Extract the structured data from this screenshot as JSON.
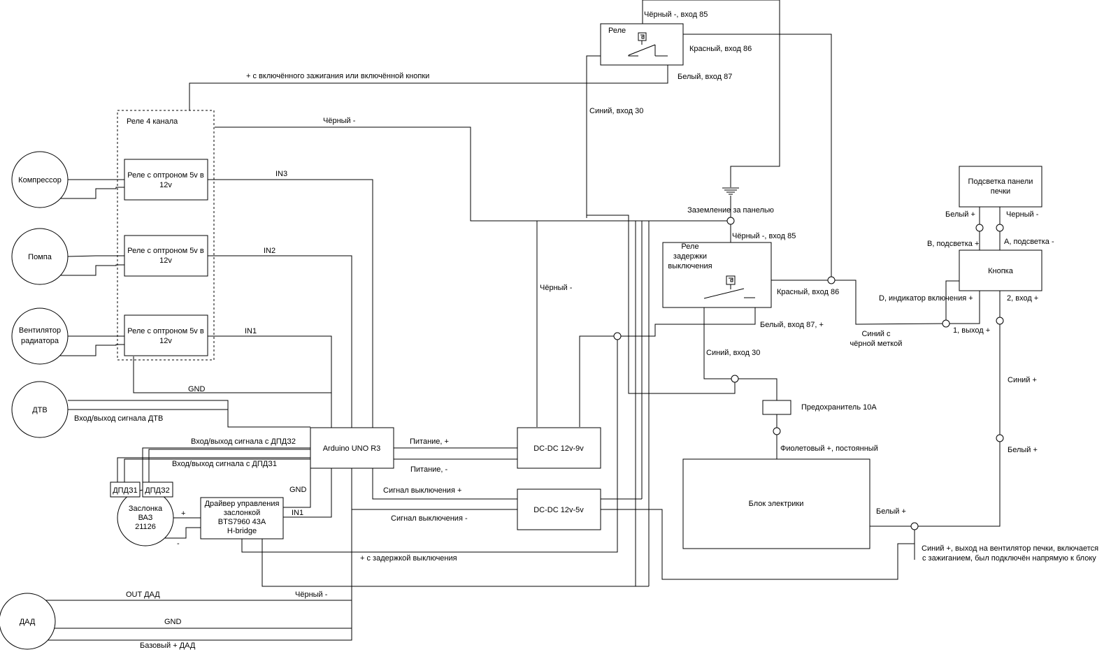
{
  "components": {
    "compressor": "Компрессор",
    "pump": "Помпа",
    "fan": "Вентилятор радиатора",
    "dtv": "ДТВ",
    "dad": "ДАД",
    "damper": "Заслонка ВАЗ 21126",
    "dpdz1": "ДПДЗ1",
    "dpdz2": "ДПДЗ2",
    "relay4": "Реле 4 канала",
    "relay_ch": "Реле с оптроном 5v в 12v",
    "arduino": "Arduino UNO R3",
    "driver": "Драйвер управления заслонкой BTS7960 43A H-bridge",
    "dcdc9": "DC-DC 12v-9v",
    "dcdc5": "DC-DC 12v-5v",
    "relay": "Реле",
    "delay_relay": "Реле задержки выключения",
    "fuse": "Предохранитель 10А",
    "block": "Блок электрики",
    "backlight": "Подсветка панели печки",
    "button": "Кнопка",
    "ground": "Заземление за панелью"
  },
  "labels": {
    "ign": "+ с включённого зажигания или включённой кнопки",
    "r_black85": "Чёрный -, вход 85",
    "r_red86": "Красный, вход 86",
    "r_white87": "Белый, вход 87",
    "r_blue30": "Синий, вход 30",
    "black_minus": "Чёрный -",
    "in3": "IN3",
    "in2": "IN2",
    "in1": "IN1",
    "gnd": "GND",
    "black_minus2": "Чёрный -",
    "d_black85": "Чёрный -, вход 85",
    "d_red86": "Красный, вход 86",
    "d_white87": "Белый, вход 87, +",
    "d_blue30": "Синий, вход 30",
    "blue_mark_1": "Синий с",
    "blue_mark_2": "чёрной меткой",
    "white_plus_bl": "Белый +",
    "black_minus_bl": "Черный -",
    "b_backlight": "B, подсветка +",
    "a_backlight": "A, подсветка -",
    "d_indicator": "D, индикатор включения +",
    "out2": "2, вход +",
    "out1": "1, выход +",
    "blue_plus": "Синий +",
    "white_plus": "Белый +",
    "violet": "Фиолетовый +, постоянный",
    "white_plus_block": "Белый +",
    "fan_heater_1": "Синий +, выход на вентилятор печки, включается",
    "fan_heater_2": "с зажиганием, был подключён напрямую к блоку",
    "dtv_io": "Вход/выход сигнала ДТВ",
    "dpdz2_io": "Вход/выход сигнала с ДПДЗ2",
    "dpdz1_io": "Вход/выход сигнала с ДПДЗ1",
    "power_plus": "Питание, +",
    "power_minus": "Питание, -",
    "gnd_drv": "GND",
    "in1_drv": "IN1",
    "plus": "+",
    "minus": "-",
    "off_plus": "Сигнал выключения +",
    "off_minus": "Сигнал выключения -",
    "delay_plus": "+ с задержкой выключения",
    "out_dad": "OUT ДАД",
    "black_dad": "Чёрный -",
    "gnd_dad": "GND",
    "base_dad": "Базовый + ДАД"
  }
}
